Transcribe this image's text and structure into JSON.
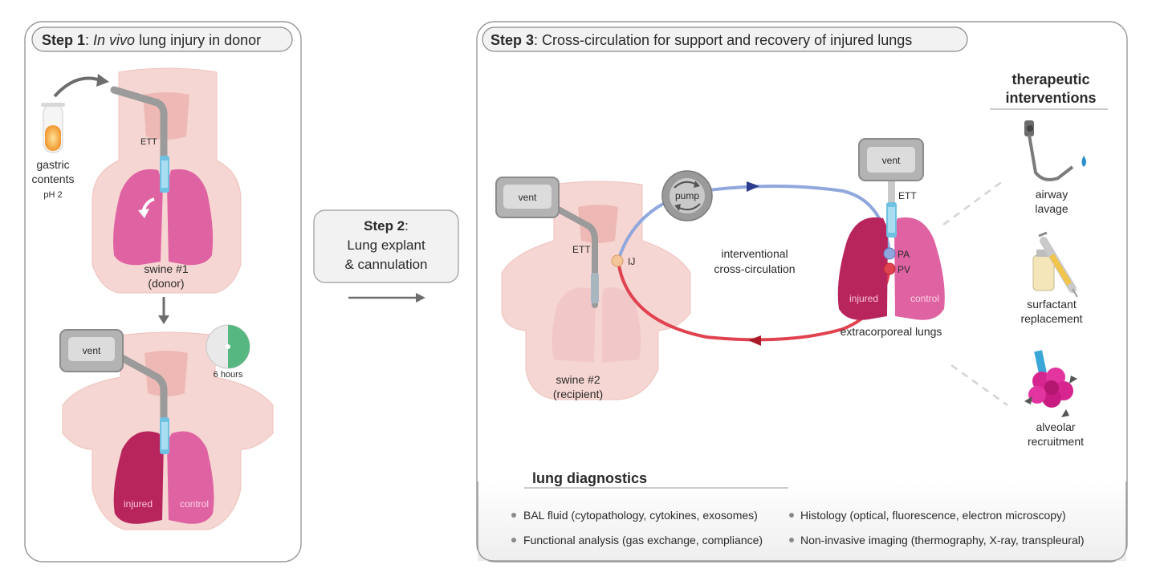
{
  "step1": {
    "heading_bold": "Step 1",
    "heading_sep": ": ",
    "heading_italic": "In vivo",
    "heading_rest": " lung injury in donor",
    "gastric_line1": "gastric",
    "gastric_line2": "contents",
    "gastric_ph": "pH 2",
    "ett": "ETT",
    "swine_line1": "swine #1",
    "swine_line2": "(donor)",
    "vent": "vent",
    "timer": "6 hours",
    "timer_fraction": 0.5,
    "injured": "injured",
    "control": "control"
  },
  "step2": {
    "heading_bold": "Step 2",
    "heading_sep": ":",
    "line1": "Lung explant",
    "line2": "& cannulation"
  },
  "step3": {
    "heading_bold": "Step 3",
    "heading_rest": ": Cross-circulation for support and recovery of injured lungs",
    "vent_left": "vent",
    "ett_left": "ETT",
    "ij": "IJ",
    "pump": "pump",
    "swine_line1": "swine #2",
    "swine_line2": "(recipient)",
    "xc_line1": "interventional",
    "xc_line2": "cross-circulation",
    "vent_right": "vent",
    "ett_right": "ETT",
    "pa": "PA",
    "pv": "PV",
    "injured": "injured",
    "control": "control",
    "extracorporeal": "extracorporeal lungs",
    "therapeutic_line1": "therapeutic",
    "therapeutic_line2": "interventions",
    "interventions": [
      {
        "line1": "airway",
        "line2": "lavage"
      },
      {
        "line1": "surfactant",
        "line2": "replacement"
      },
      {
        "line1": "alveolar",
        "line2": "recruitment"
      }
    ],
    "diagnostics_title": "lung diagnostics",
    "diagnostics": [
      "BAL fluid (cytopathology, cytokines, exosomes)",
      "Histology (optical, fluorescence, electron microscopy)",
      "Functional analysis (gas exchange, compliance)",
      "Non-invasive imaging (thermography, X-ray, transpleural)"
    ]
  },
  "colors": {
    "arterial": "#e1424f",
    "venous": "#8fa7dc",
    "lung_injured": "#b8245c",
    "lung_normal": "#df62a2",
    "body": "#f6d6d2",
    "device": "#8b8b8b",
    "timer_green": "#56b880"
  }
}
